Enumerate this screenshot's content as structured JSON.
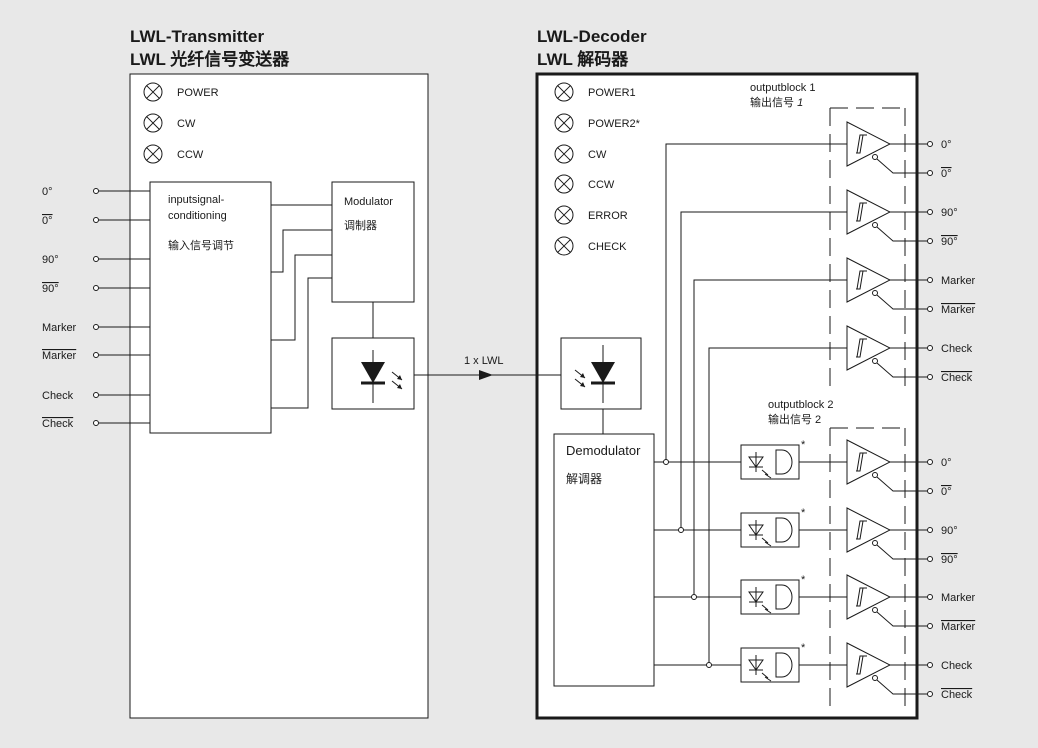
{
  "transmitter": {
    "title": "LWL-Transmitter",
    "subtitle": "LWL 光纤信号变送器",
    "leds": [
      "POWER",
      "CW",
      "CCW"
    ],
    "inputs": [
      {
        "label": "0°",
        "overline": false
      },
      {
        "label": "0°",
        "overline": true
      },
      {
        "label": "90°",
        "overline": false
      },
      {
        "label": "90°",
        "overline": true
      },
      {
        "label": "Marker",
        "overline": false
      },
      {
        "label": "Marker",
        "overline": true
      },
      {
        "label": "Check",
        "overline": false
      },
      {
        "label": "Check",
        "overline": true
      }
    ],
    "conditioning": {
      "line1": "inputsignal-",
      "line2": "conditioning",
      "cn": "输入信号调节"
    },
    "modulator": {
      "label": "Modulator",
      "cn": "调制器"
    }
  },
  "link": {
    "label": "1 x LWL"
  },
  "decoder": {
    "title": "LWL-Decoder",
    "subtitle": "LWL 解码器",
    "leds": [
      "POWER1",
      "POWER2*",
      "CW",
      "CCW",
      "ERROR",
      "CHECK"
    ],
    "demodulator": {
      "label": "Demodulator",
      "cn": "解调器"
    },
    "outputblock1": {
      "label": "outputblock 1",
      "cn": "输出信号",
      "num": "1"
    },
    "outputblock2": {
      "label": "outputblock 2",
      "cn": "输出信号 2"
    },
    "star": "*",
    "outputs1": [
      {
        "label": "0°",
        "overline": false
      },
      {
        "label": "0°",
        "overline": true
      },
      {
        "label": "90°",
        "overline": false
      },
      {
        "label": "90°",
        "overline": true
      },
      {
        "label": "Marker",
        "overline": false
      },
      {
        "label": "Marker",
        "overline": true
      },
      {
        "label": "Check",
        "overline": false
      },
      {
        "label": "Check",
        "overline": true
      }
    ],
    "outputs2": [
      {
        "label": "0°",
        "overline": false
      },
      {
        "label": "0°",
        "overline": true
      },
      {
        "label": "90°",
        "overline": false
      },
      {
        "label": "90°",
        "overline": true
      },
      {
        "label": "Marker",
        "overline": false
      },
      {
        "label": "Marker",
        "overline": true
      },
      {
        "label": "Check",
        "overline": false
      },
      {
        "label": "Check",
        "overline": true
      }
    ]
  }
}
